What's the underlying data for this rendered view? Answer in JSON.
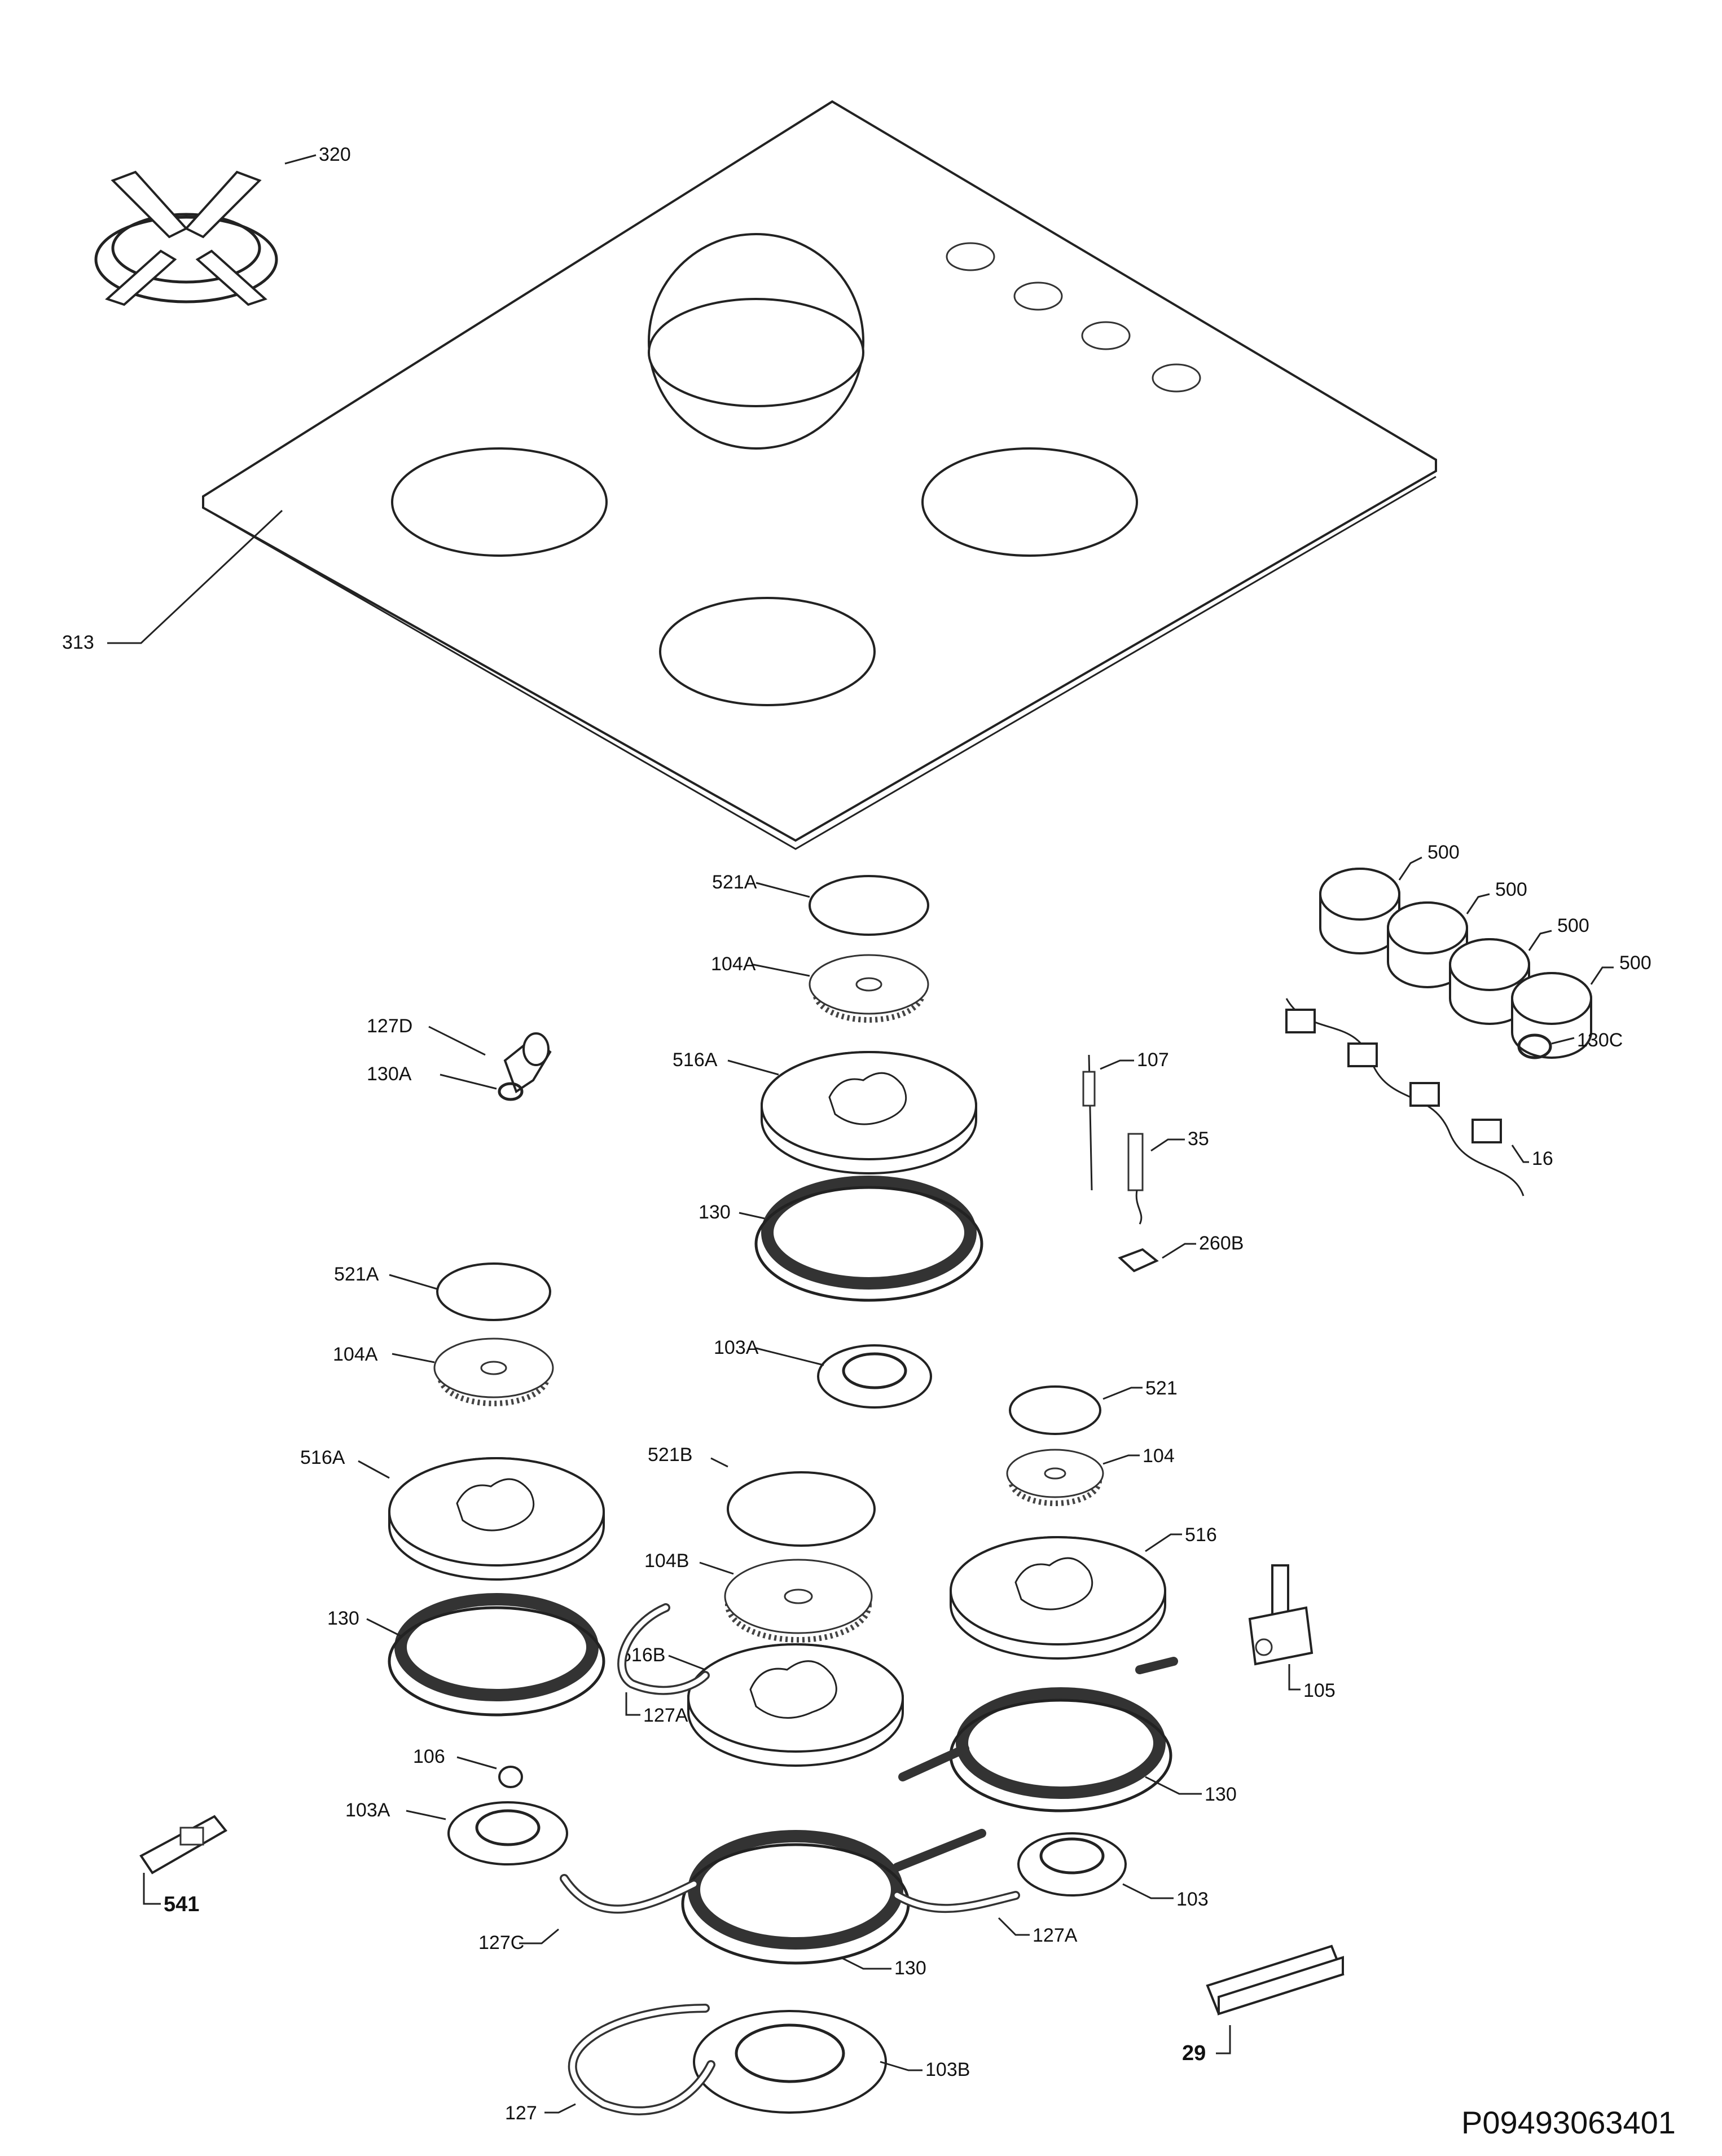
{
  "drawing_code": "P09493063401",
  "labels": {
    "320": "320",
    "313": "313",
    "500_1": "500",
    "500_2": "500",
    "500_3": "500",
    "500_4": "500",
    "521A_top": "521A",
    "104A_top": "104A",
    "516A_top": "516A",
    "130_top": "130",
    "103A_top": "103A",
    "127D": "127D",
    "130A": "130A",
    "107": "107",
    "35": "35",
    "260B": "260B",
    "130C": "130C",
    "16": "16",
    "521A_left": "521A",
    "104A_left": "104A",
    "516A_left": "516A",
    "130_left": "130",
    "106": "106",
    "103A_left": "103A",
    "541": "541",
    "127C": "127C",
    "521B": "521B",
    "104B": "104B",
    "516B": "516B",
    "127A_mid": "127A",
    "130_center": "130",
    "103B": "103B",
    "127": "127",
    "521": "521",
    "104": "104",
    "516": "516",
    "105": "105",
    "130_right": "130",
    "103": "103",
    "127A_right": "127A",
    "29": "29"
  }
}
